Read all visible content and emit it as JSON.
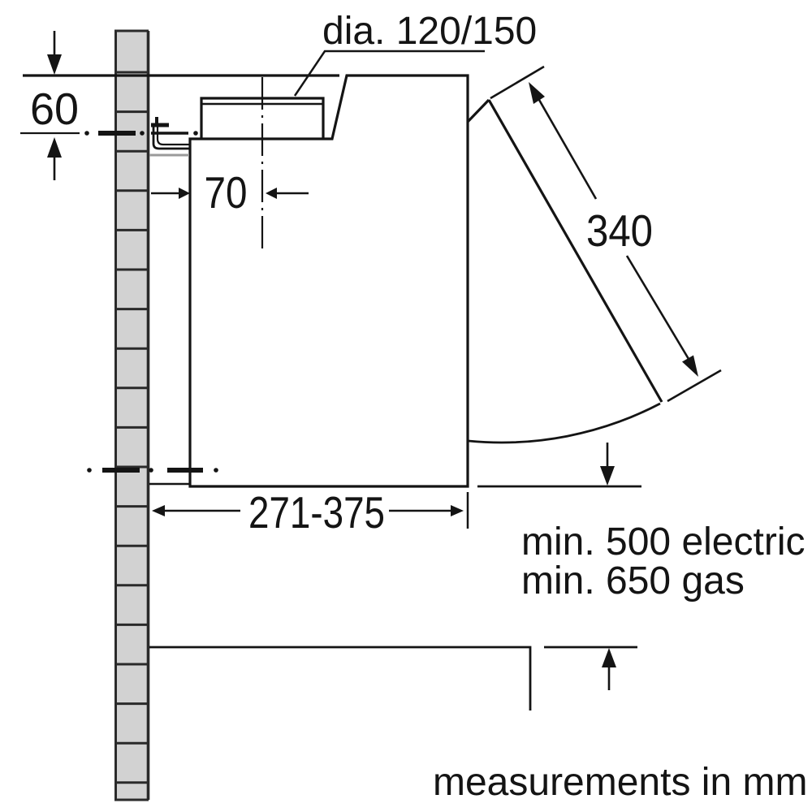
{
  "diagram": {
    "labels": {
      "duct_diameter": "dia. 120/150",
      "top_offset": "60",
      "duct_center_offset": "70",
      "visor_extension": "340",
      "depth_range": "271-375",
      "clearance_electric": "min. 500 electric",
      "clearance_gas": "min. 650 gas",
      "units_note": "measurements in mm"
    },
    "colors": {
      "line": "#141414",
      "wall_fill": "#d2d2d2",
      "wall_line": "#2a2a2a",
      "bracket_shadow": "#9a9a9a"
    }
  }
}
